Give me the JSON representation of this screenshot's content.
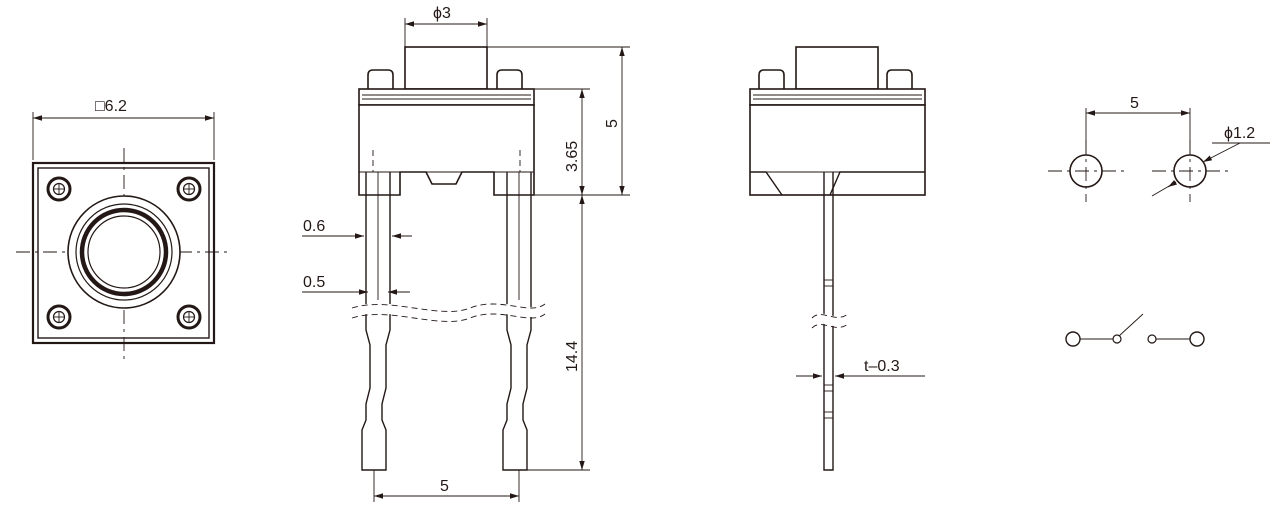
{
  "colors": {
    "ink": "#231815",
    "paper": "#ffffff"
  },
  "top_view": {
    "size_label": "□6.2"
  },
  "front_view": {
    "actuator_dia_label": "ϕ3",
    "height_label": "5",
    "body_height_label": "3.65",
    "lead_length_label": "14.4",
    "lead_width_label": "0.6",
    "lead_narrow_label": "0.5",
    "pitch_label": "5"
  },
  "side_view": {
    "thickness_label": "t–0.3"
  },
  "pcb_layout": {
    "pitch_label": "5",
    "hole_dia_label": "ϕ1.2"
  },
  "symbol": {
    "name": "switch-symbol"
  }
}
